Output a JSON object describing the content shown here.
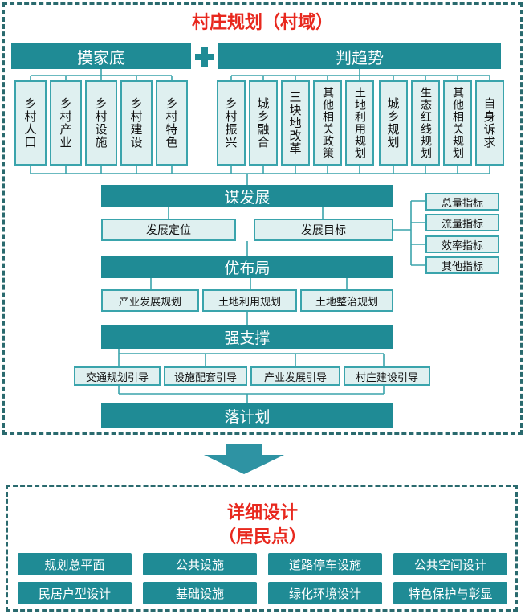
{
  "top": {
    "title": "村庄规划（村域）",
    "left_header": "摸家底",
    "right_header": "判趋势",
    "left_items": [
      "乡村人口",
      "乡村产业",
      "乡村设施",
      "乡村建设",
      "乡村特色"
    ],
    "right_items": [
      "乡村振兴",
      "城乡融合",
      "三块地改革",
      "其他相关政策",
      "土地利用规划",
      "城乡规划",
      "生态红线规划",
      "其他相关规划",
      "自身诉求"
    ],
    "stage1": "谋发展",
    "stage1_items": [
      "发展定位",
      "发展目标"
    ],
    "indicators": [
      "总量指标",
      "流量指标",
      "效率指标",
      "其他指标"
    ],
    "stage2": "优布局",
    "stage2_items": [
      "产业发展规划",
      "土地利用规划",
      "土地整治规划"
    ],
    "stage3": "强支撑",
    "stage3_items": [
      "交通规划引导",
      "设施配套引导",
      "产业发展引导",
      "村庄建设引导"
    ],
    "stage4": "落计划"
  },
  "bottom": {
    "title_line1": "详细设计",
    "title_line2": "（居民点）",
    "items": [
      "规划总平面",
      "公共设施",
      "道路停车设施",
      "公共空间设计",
      "民居户型设计",
      "基础设施",
      "绿化环境设计",
      "特色保护与彰显"
    ]
  },
  "colors": {
    "accent": "#1f8b95",
    "light": "#dff0f0",
    "title": "#e8281e",
    "frame": "#2a6a6e"
  },
  "icons": [
    "plus-icon",
    "down-arrow-icon"
  ]
}
